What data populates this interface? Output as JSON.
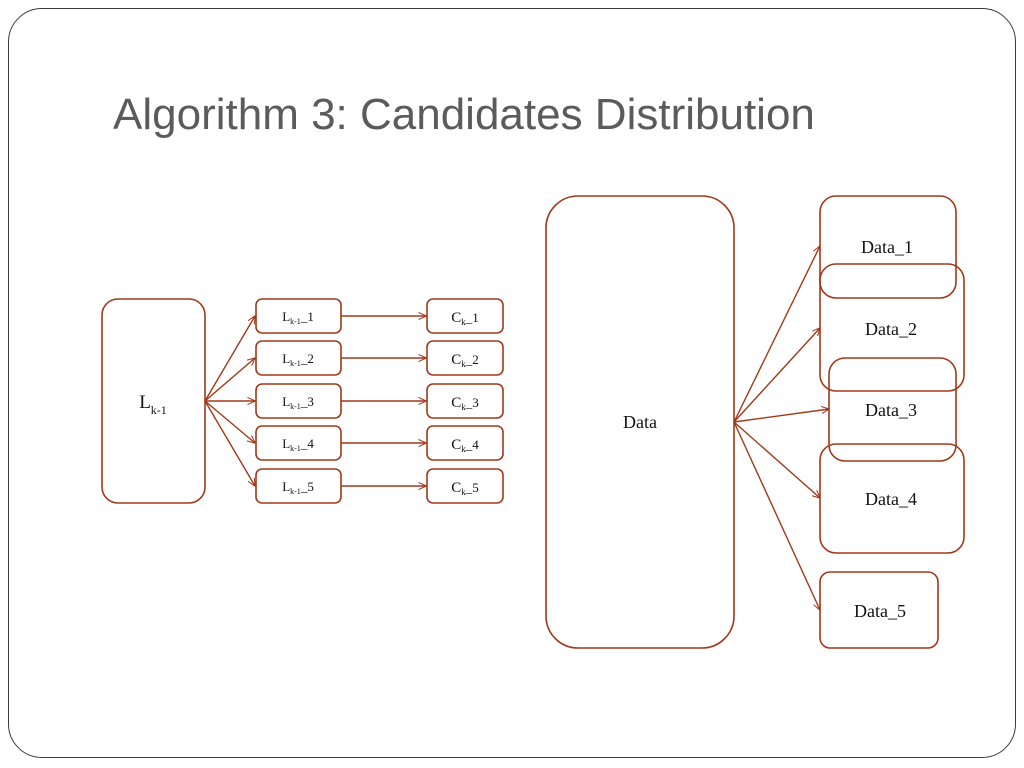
{
  "slide": {
    "title": "Algorithm 3: Candidates Distribution"
  },
  "diagram": {
    "source": {
      "base": "L",
      "sub": "k-1"
    },
    "partitions": [
      {
        "base": "L",
        "sub": "k-1",
        "suffix": "_1"
      },
      {
        "base": "L",
        "sub": "k-1",
        "suffix": "_2"
      },
      {
        "base": "L",
        "sub": "k-1",
        "suffix": "_3"
      },
      {
        "base": "L",
        "sub": "k-1",
        "suffix": "_4"
      },
      {
        "base": "L",
        "sub": "k-1",
        "suffix": "_5"
      }
    ],
    "candidates": [
      {
        "base": "C",
        "sub": "k",
        "suffix": "_1"
      },
      {
        "base": "C",
        "sub": "k",
        "suffix": "_2"
      },
      {
        "base": "C",
        "sub": "k",
        "suffix": "_3"
      },
      {
        "base": "C",
        "sub": "k",
        "suffix": "_4"
      },
      {
        "base": "C",
        "sub": "k",
        "suffix": "_5"
      }
    ],
    "data": "Data",
    "data_parts": [
      "Data_1",
      "Data_2",
      "Data_3",
      "Data_4",
      "Data_5"
    ]
  },
  "colors": {
    "stroke": "#a0391a",
    "title": "#5b5b5b",
    "frame": "#3a3a3a"
  }
}
